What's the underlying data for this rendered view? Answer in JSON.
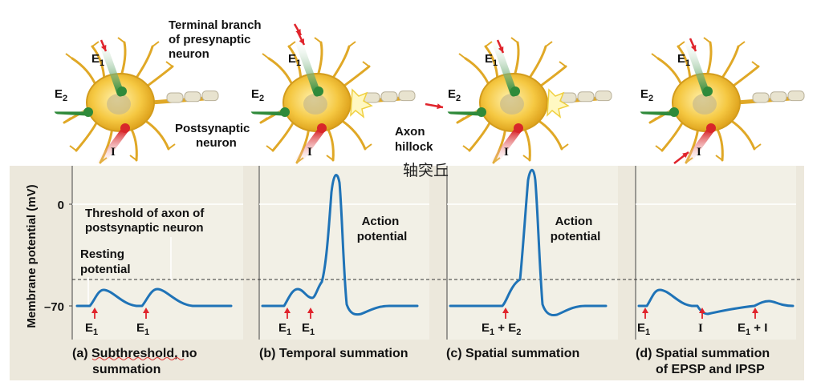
{
  "top_labels": {
    "terminal_branch": [
      "Terminal branch",
      "of presynaptic",
      "neuron"
    ],
    "postsynaptic": [
      "Postsynaptic",
      "neuron"
    ],
    "axon_hillock": [
      "Axon",
      "hillock"
    ],
    "axon_hillock_cn": "轴突丘",
    "e1": "E",
    "e2": "E",
    "sub1": "1",
    "sub2": "2",
    "i": "I"
  },
  "y_axis": {
    "title": "Membrane potential (mV)",
    "tick_zero": "0",
    "tick_minus70": "–70"
  },
  "panel_a": {
    "threshold": [
      "Threshold of axon of",
      "postsynaptic neuron"
    ],
    "resting": [
      "Resting",
      "potential"
    ],
    "caption": [
      "(a) Subthreshold, no",
      "summation"
    ]
  },
  "panel_b": {
    "action": [
      "Action",
      "potential"
    ],
    "caption": "(b) Temporal summation"
  },
  "panel_c": {
    "action": [
      "Action",
      "potential"
    ],
    "caption": "(c) Spatial summation",
    "stim": "E",
    "plus": " + E"
  },
  "panel_d": {
    "caption": [
      "(d) Spatial summation",
      "of EPSP and IPSP"
    ],
    "stim_plus": " + I"
  },
  "colors": {
    "panel_bg": "#ece8dc",
    "trace": "#1f73b7",
    "stim_arrow": "#e0242c",
    "neuron": "#f5c842"
  }
}
